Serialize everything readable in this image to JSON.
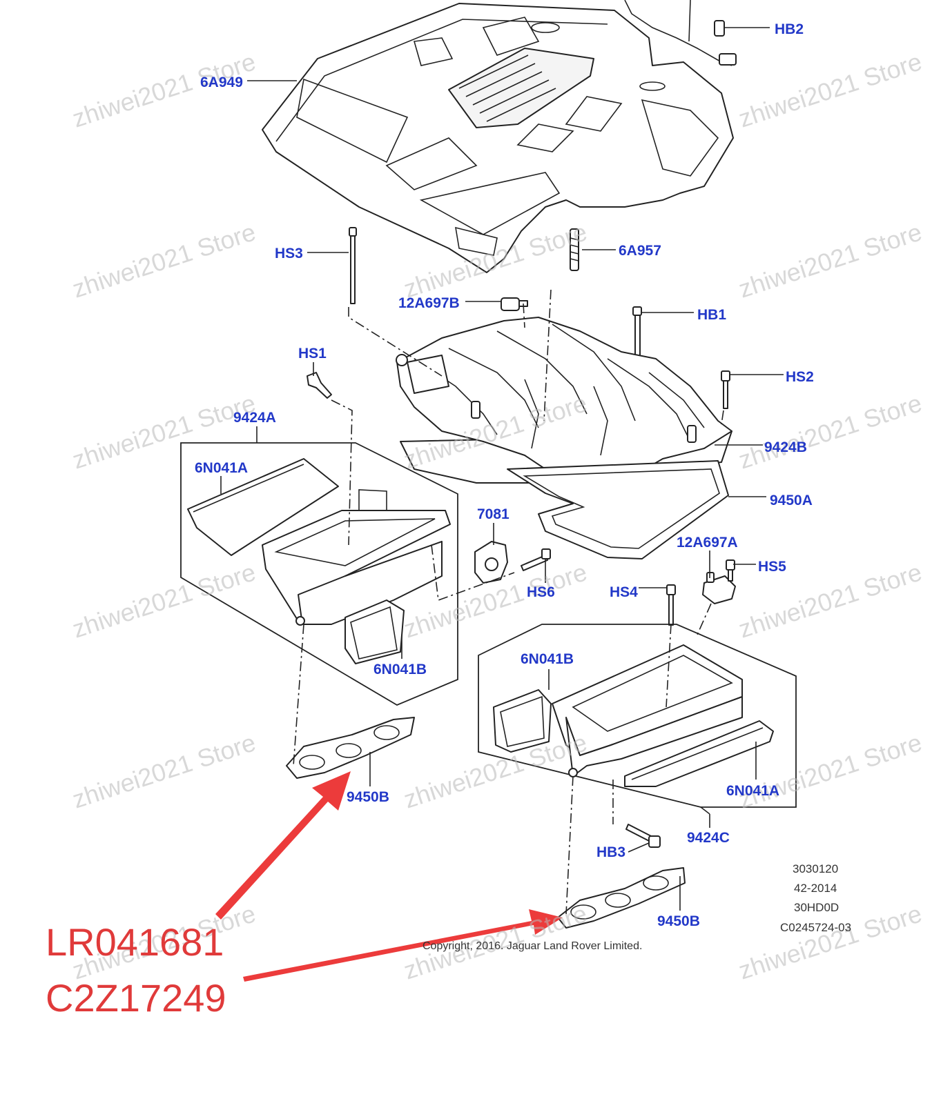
{
  "callouts": [
    {
      "id": "c-6A949",
      "label": "6A949"
    },
    {
      "id": "c-HB2",
      "label": "HB2"
    },
    {
      "id": "c-HS3",
      "label": "HS3"
    },
    {
      "id": "c-6A957",
      "label": "6A957"
    },
    {
      "id": "c-12A697B",
      "label": "12A697B"
    },
    {
      "id": "c-HB1",
      "label": "HB1"
    },
    {
      "id": "c-HS1",
      "label": "HS1"
    },
    {
      "id": "c-HS2",
      "label": "HS2"
    },
    {
      "id": "c-9424A",
      "label": "9424A"
    },
    {
      "id": "c-9424B",
      "label": "9424B"
    },
    {
      "id": "c-6N041A-left",
      "label": "6N041A"
    },
    {
      "id": "c-9450A",
      "label": "9450A"
    },
    {
      "id": "c-7081",
      "label": "7081"
    },
    {
      "id": "c-12A697A",
      "label": "12A697A"
    },
    {
      "id": "c-HS5",
      "label": "HS5"
    },
    {
      "id": "c-HS6",
      "label": "HS6"
    },
    {
      "id": "c-HS4",
      "label": "HS4"
    },
    {
      "id": "c-6N041B-left",
      "label": "6N041B"
    },
    {
      "id": "c-6N041B-right",
      "label": "6N041B"
    },
    {
      "id": "c-9450B-left",
      "label": "9450B"
    },
    {
      "id": "c-6N041A-right",
      "label": "6N041A"
    },
    {
      "id": "c-9424C",
      "label": "9424C"
    },
    {
      "id": "c-HB3",
      "label": "HB3"
    },
    {
      "id": "c-9450B-right",
      "label": "9450B"
    }
  ],
  "reference_codes": [
    "3030120",
    "42-2014",
    "30HD0D",
    "C0245724-03"
  ],
  "copyright": "Copyright, 2016. Jaguar Land Rover Limited.",
  "part_numbers": [
    "LR041681",
    "C2Z17249"
  ],
  "watermark": "zhiwei2021 Store",
  "colors": {
    "callout": "#2238c8",
    "part_number": "#e03a3a",
    "arrow": "#ec3b3b",
    "line": "#222222"
  }
}
